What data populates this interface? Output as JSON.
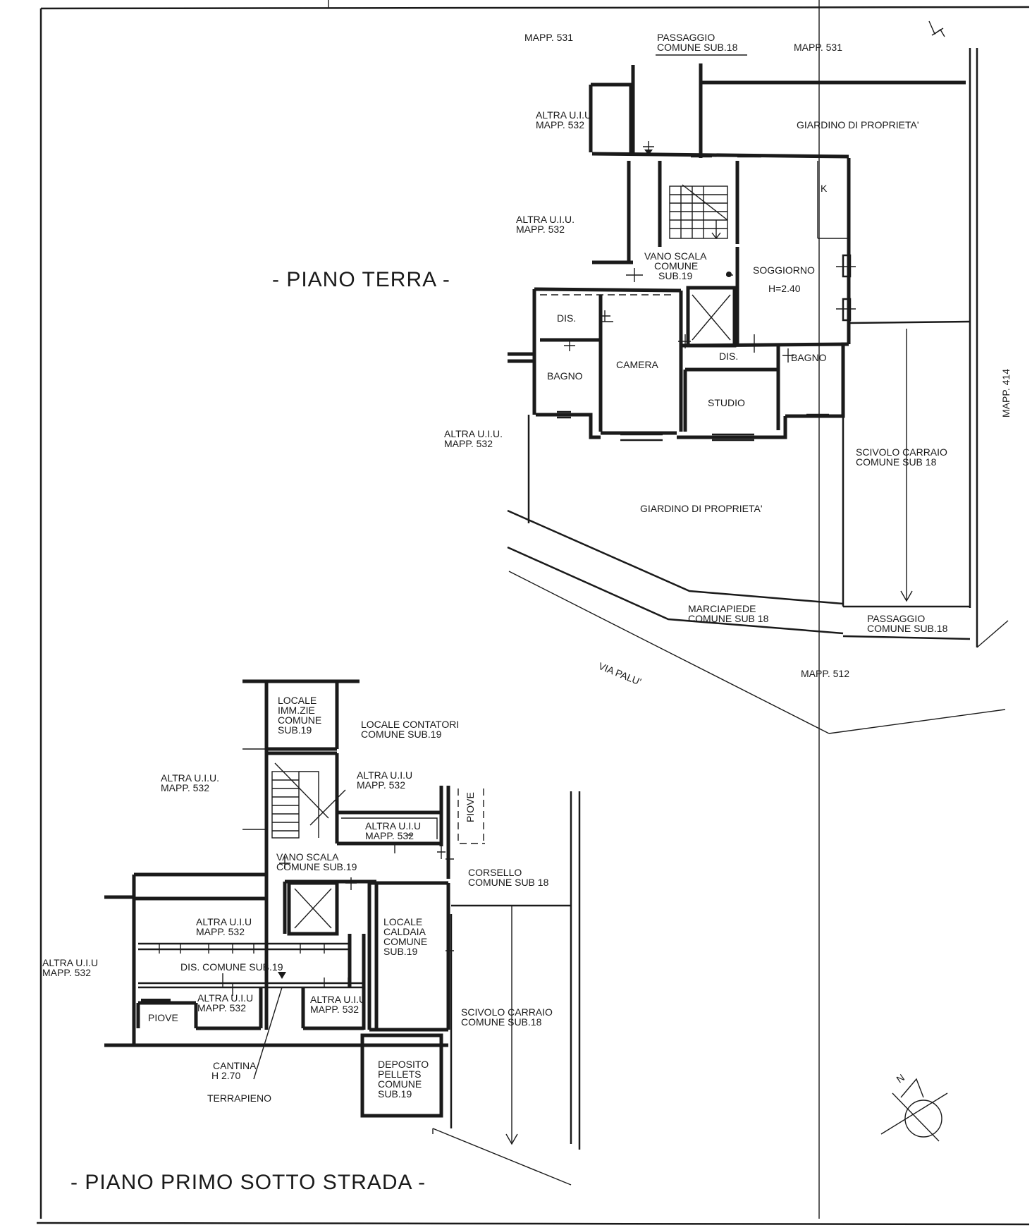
{
  "titles": {
    "ground_floor": "- PIANO TERRA -",
    "basement_floor": "- PIANO PRIMO SOTTO STRADA -"
  },
  "ground_floor": {
    "mapp_531_left": "MAPP. 531",
    "mapp_531_right": "MAPP. 531",
    "passaggio_top": [
      "PASSAGGIO",
      "COMUNE SUB.18"
    ],
    "altra_uiu_1": [
      "ALTRA U.I.U",
      "MAPP. 532"
    ],
    "altra_uiu_2": [
      "ALTRA U.I.U.",
      "MAPP. 532"
    ],
    "altra_uiu_3": [
      "ALTRA U.I.U.",
      "MAPP. 532"
    ],
    "giardino_top": "GIARDINO DI PROPRIETA'",
    "giardino_bottom": "GIARDINO DI PROPRIETA'",
    "k": "K",
    "vano_scala": [
      "VANO SCALA",
      "COMUNE",
      "SUB.19"
    ],
    "soggiorno": "SOGGIORNO",
    "soggiorno_h": "H=2.40",
    "dis_left": "DIS.",
    "dis_center": "DIS.",
    "camera": "CAMERA",
    "bagno_left": "BAGNO",
    "bagno_right": "BAGNO",
    "studio": "STUDIO",
    "scivolo": [
      "SCIVOLO CARRAIO",
      "COMUNE SUB 18"
    ],
    "mapp_414": "MAPP. 414",
    "marciapiede": [
      "MARCIAPIEDE",
      "COMUNE SUB 18"
    ],
    "passaggio_bottom": [
      "PASSAGGIO",
      "COMUNE SUB.18"
    ],
    "via_palu": "VIA PALU'",
    "mapp_512": "MAPP. 512"
  },
  "basement": {
    "locale_immondizie": [
      "LOCALE",
      "IMM.ZIE",
      "COMUNE",
      "SUB.19"
    ],
    "locale_contatori": [
      "LOCALE CONTATORI",
      "COMUNE SUB.19"
    ],
    "altra_uiu_left": [
      "ALTRA U.I.U.",
      "MAPP. 532"
    ],
    "altra_uiu_center": [
      "ALTRA U.I.U",
      "MAPP. 532"
    ],
    "altra_uiu_inner": [
      "ALTRA U.I.U",
      "MAPP. 532"
    ],
    "piove_right": "PIOVE",
    "vano_scala": [
      "VANO SCALA",
      "COMUNE SUB.19"
    ],
    "corsello": [
      "CORSELLO",
      "COMUNE SUB 18"
    ],
    "altra_uiu_row": [
      "ALTRA U.I.U",
      "MAPP. 532"
    ],
    "altra_uiu_far_left": [
      "ALTRA U.I.U",
      "MAPP. 532"
    ],
    "locale_caldaia": [
      "LOCALE",
      "CALDAIA",
      "COMUNE",
      "SUB.19"
    ],
    "dis_comune": "DIS. COMUNE SUB.19",
    "altra_uiu_small_1": [
      "ALTRA U.I.U",
      "MAPP. 532"
    ],
    "altra_uiu_small_2": [
      "ALTRA U.I.U",
      "MAPP. 532"
    ],
    "piove_left": "PIOVE",
    "scivolo": [
      "SCIVOLO CARRAIO",
      "COMUNE SUB.18"
    ],
    "cantina": "CANTINA",
    "cantina_h": "H 2.70",
    "terrapieno": "TERRAPIENO",
    "deposito": [
      "DEPOSITO",
      "PELLETS",
      "COMUNE",
      "SUB.19"
    ]
  },
  "compass": {
    "north": "N"
  }
}
